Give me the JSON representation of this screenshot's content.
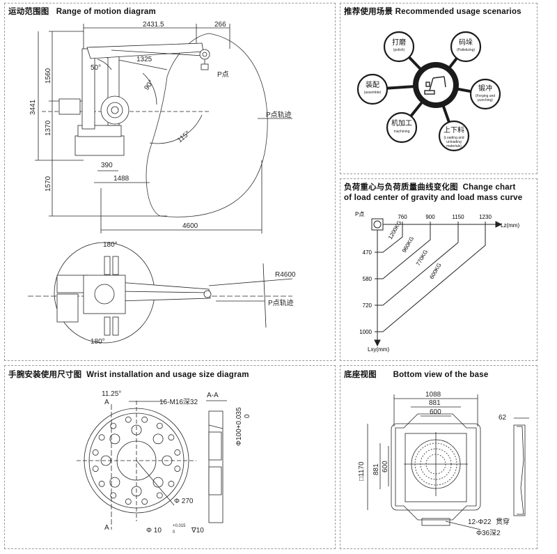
{
  "panels": {
    "motion": {
      "cn": "运动范围图",
      "en": "Range of motion diagram"
    },
    "scenarios": {
      "cn": "推荐使用场景",
      "en": "Recommended usage scenarios"
    },
    "load": {
      "cn": "负荷重心与负荷质量曲线变化图",
      "en1": "Change chart",
      "en2": "of load center of gravity and load mass curve"
    },
    "wrist": {
      "cn": "手腕安装使用尺寸图",
      "en": "Wrist installation and usage size diagram"
    },
    "base": {
      "cn": "底座视图",
      "en": "Bottom view of the base"
    }
  },
  "motion_dims": {
    "d2431": "2431.5",
    "d266": "266",
    "d1325": "1325",
    "d1560": "1560",
    "d3441": "3441",
    "d1370": "1370",
    "d1570": "1570",
    "d390": "390",
    "d1488": "1488",
    "d4600": "4600",
    "a50": "50°",
    "a90": "90°",
    "a115": "115°",
    "p_point": "P点",
    "p_track": "P点轨迹",
    "a180": "180°",
    "a180b": "180°",
    "r4600": "R4600",
    "p_track2": "P点轨迹"
  },
  "scenarios": {
    "polish": {
      "cn": "打磨",
      "en": "(polish)"
    },
    "palletizing": {
      "cn": "码垛",
      "en": "(Palletizing)"
    },
    "assemble": {
      "cn": "装配",
      "en": "(assemble)"
    },
    "forging": {
      "cn": "锻冲",
      "en1": "(Forging and",
      "en2": "punching)"
    },
    "machining": {
      "cn": "机加工",
      "en": "machining"
    },
    "loading": {
      "cn": "上下料",
      "en1": "(Loading and",
      "en2": "unloading",
      "en3": "materials)"
    }
  },
  "chart_data": {
    "type": "line",
    "x_axis_label": "Lz(mm)",
    "y_axis_label": "Lxy(mm)",
    "origin_label": "P点",
    "x_ticks": [
      760,
      900,
      1150,
      1230
    ],
    "y_ticks": [
      470,
      580,
      720,
      1000
    ],
    "series": [
      {
        "name": "1200KG",
        "lz": 760,
        "lxy": 470
      },
      {
        "name": "960KG",
        "lz": 900,
        "lxy": 580
      },
      {
        "name": "770KG",
        "lz": 1150,
        "lxy": 720
      },
      {
        "name": "600KG",
        "lz": 1230,
        "lxy": 1000
      }
    ]
  },
  "wrist_dims": {
    "a1125": "11.25°",
    "sec": "A-A",
    "secA": "A",
    "secA2": "A",
    "holes": "16-M16深32",
    "d100": "Φ100+0.035",
    "d100b": "0",
    "d270": "Φ 270",
    "d10": "Φ 10",
    "tol": "+0.015",
    "tol0": "0",
    "depth": "∇10"
  },
  "base_dims": {
    "d1088": "1088",
    "d881": "881",
    "d600": "600",
    "d62": "62",
    "v1170": "□1170",
    "v881": "881",
    "v600": "600",
    "holes": "12-Φ22",
    "thru": "贯穿",
    "cb": "Φ36深2"
  },
  "colors": {
    "ink": "#111111",
    "panel_border": "#9a9a9a",
    "hub": "#1b1b1b"
  }
}
